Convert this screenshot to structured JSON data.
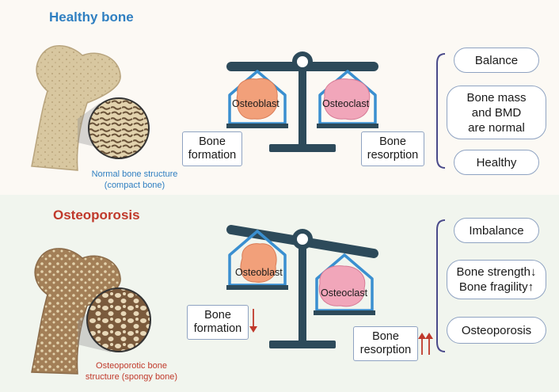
{
  "healthy": {
    "title": "Healthy bone",
    "caption_line1": "Normal bone structure",
    "caption_line2": "(compact bone)",
    "cell_left": "Osteoblast",
    "cell_right": "Osteoclast",
    "formation_line1": "Bone",
    "formation_line2": "formation",
    "resorption_line1": "Bone",
    "resorption_line2": "resorption",
    "outcomes": [
      "Balance",
      "Bone mass",
      "and BMD",
      "are normal",
      "Healthy"
    ]
  },
  "osteoporosis": {
    "title": "Osteoporosis",
    "caption_line1": "Osteoporotic bone",
    "caption_line2": "structure (spongy bone)",
    "cell_left": "Osteoblast",
    "cell_right": "Osteoclast",
    "formation_line1": "Bone",
    "formation_line2": "formation",
    "resorption_line1": "Bone",
    "resorption_line2": "resorption",
    "outcomes": [
      "Imbalance",
      "Bone strength↓",
      "Bone fragility↑",
      "Osteoporosis"
    ]
  },
  "colors": {
    "healthy_title": "#2f7fc1",
    "osteoporosis_title": "#c0392b",
    "scale": "#2d4a5a",
    "cage": "#3a8fd0",
    "arrow": "#c0392b",
    "osteoblast": "#f2a07a",
    "osteoclast": "#f1a6ba"
  }
}
